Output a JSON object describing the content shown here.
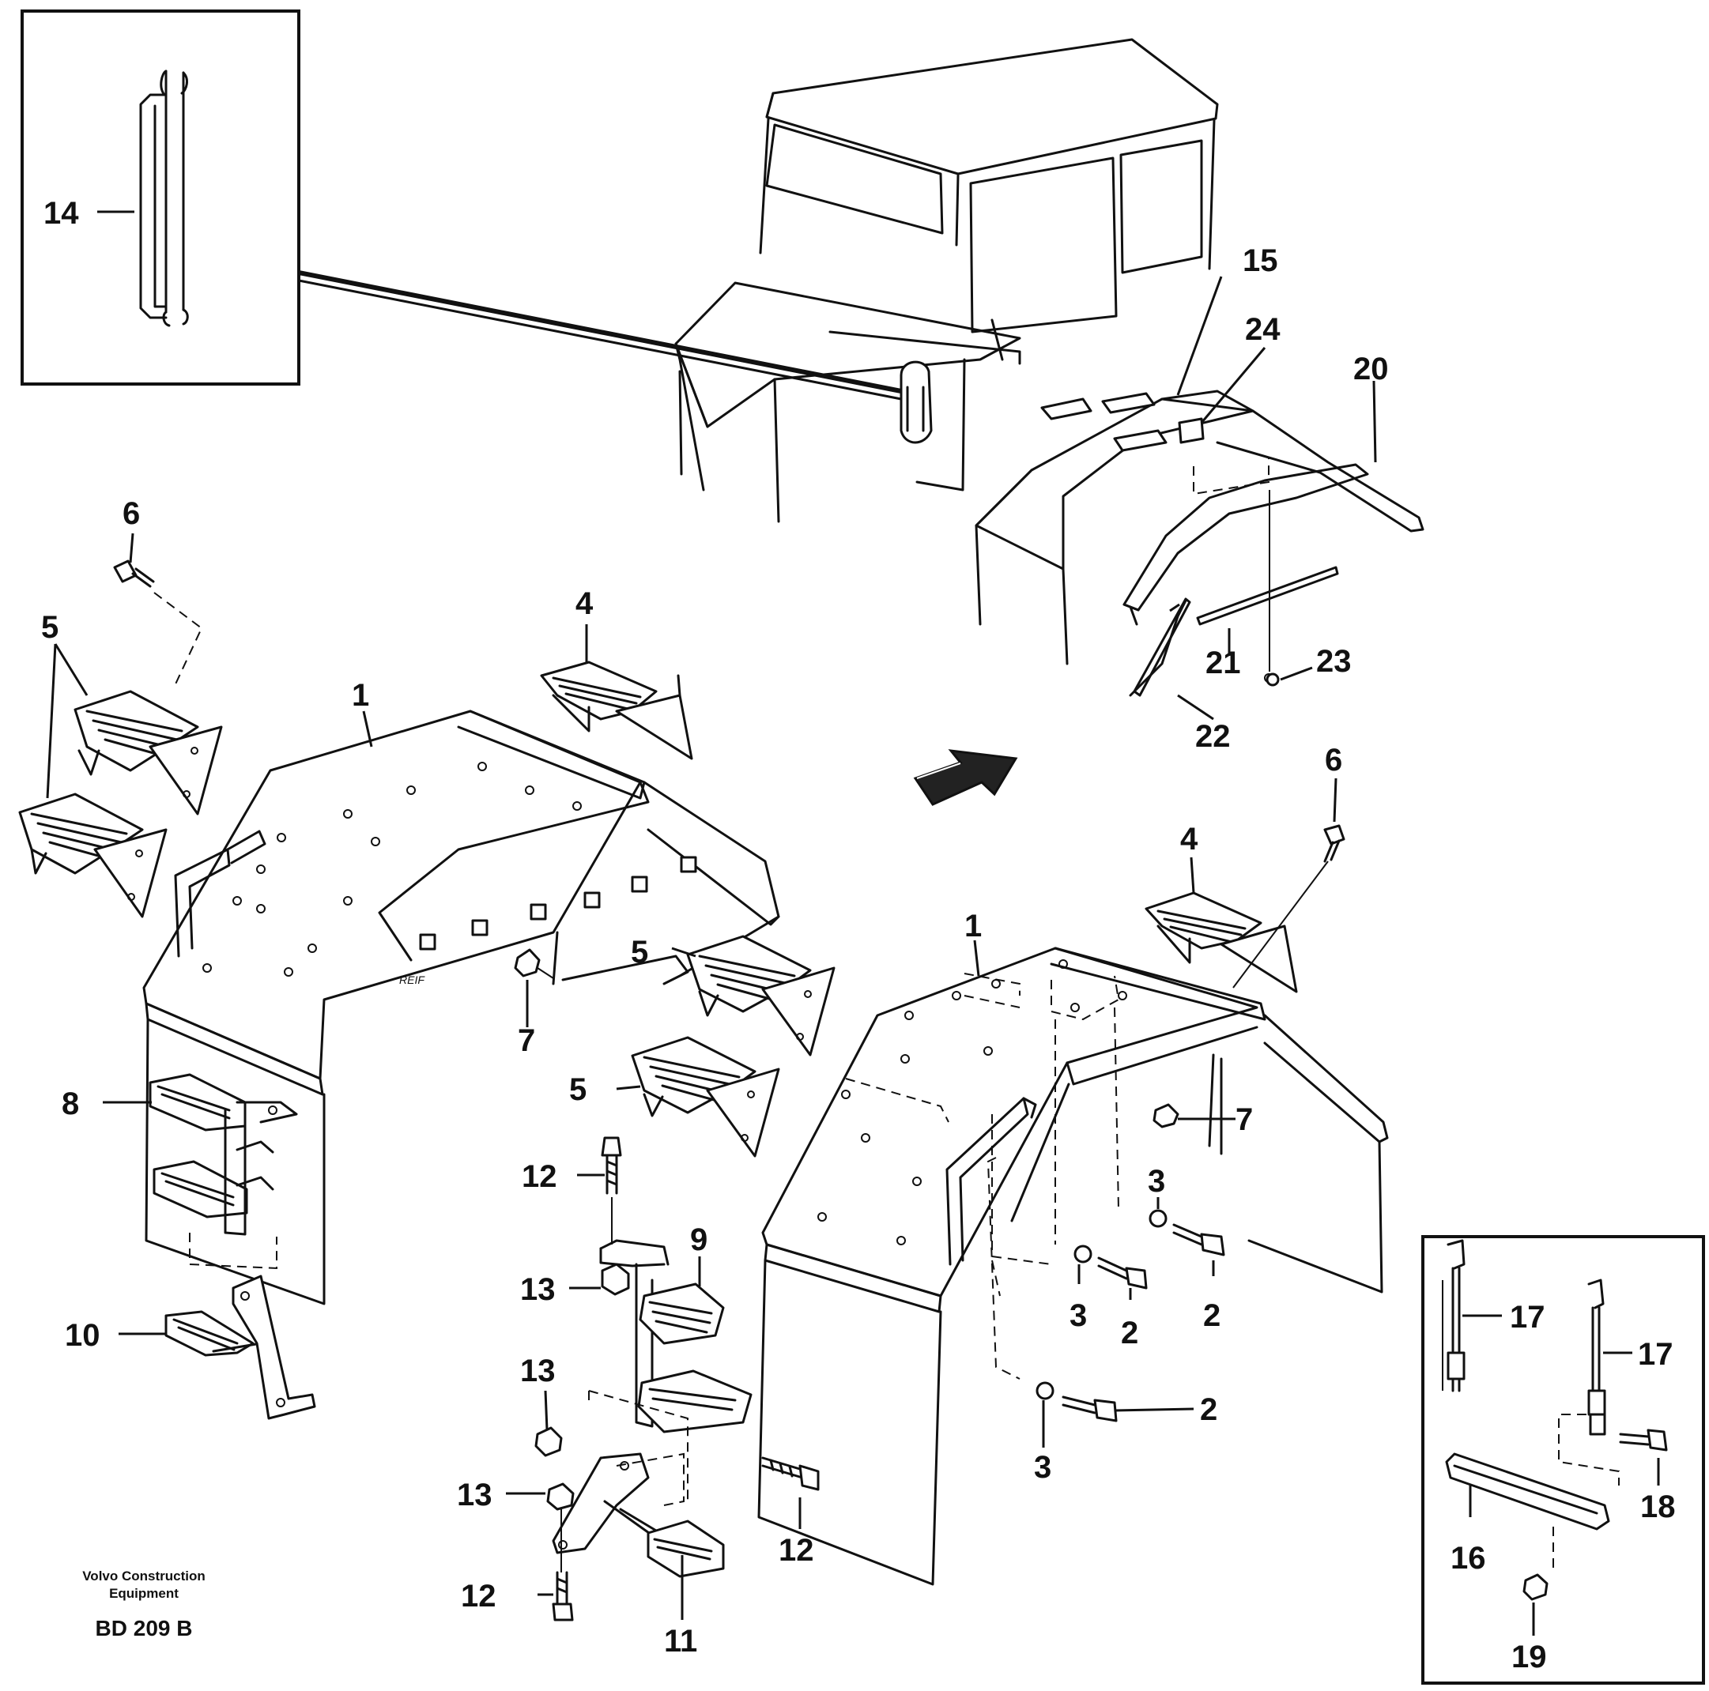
{
  "callouts": {
    "c1a": "1",
    "c1b": "1",
    "c2a": "2",
    "c2b": "2",
    "c2c": "2",
    "c3a": "3",
    "c3b": "3",
    "c3c": "3",
    "c4a": "4",
    "c4b": "4",
    "c5a": "5",
    "c5b": "5",
    "c5c": "5",
    "c6a": "6",
    "c6b": "6",
    "c7a": "7",
    "c7b": "7",
    "c8": "8",
    "c9": "9",
    "c10": "10",
    "c11": "11",
    "c12a": "12",
    "c12b": "12",
    "c12c": "12",
    "c13a": "13",
    "c13b": "13",
    "c13c": "13",
    "c14": "14",
    "c15": "15",
    "c16": "16",
    "c17a": "17",
    "c17b": "17",
    "c18": "18",
    "c19": "19",
    "c20": "20",
    "c21": "21",
    "c22": "22",
    "c23": "23",
    "c24": "24"
  },
  "footer": {
    "brand_line1": "Volvo Construction",
    "brand_line2": "Equipment",
    "drawing_code": "BD 209 B"
  },
  "fender_mark": "REIF"
}
